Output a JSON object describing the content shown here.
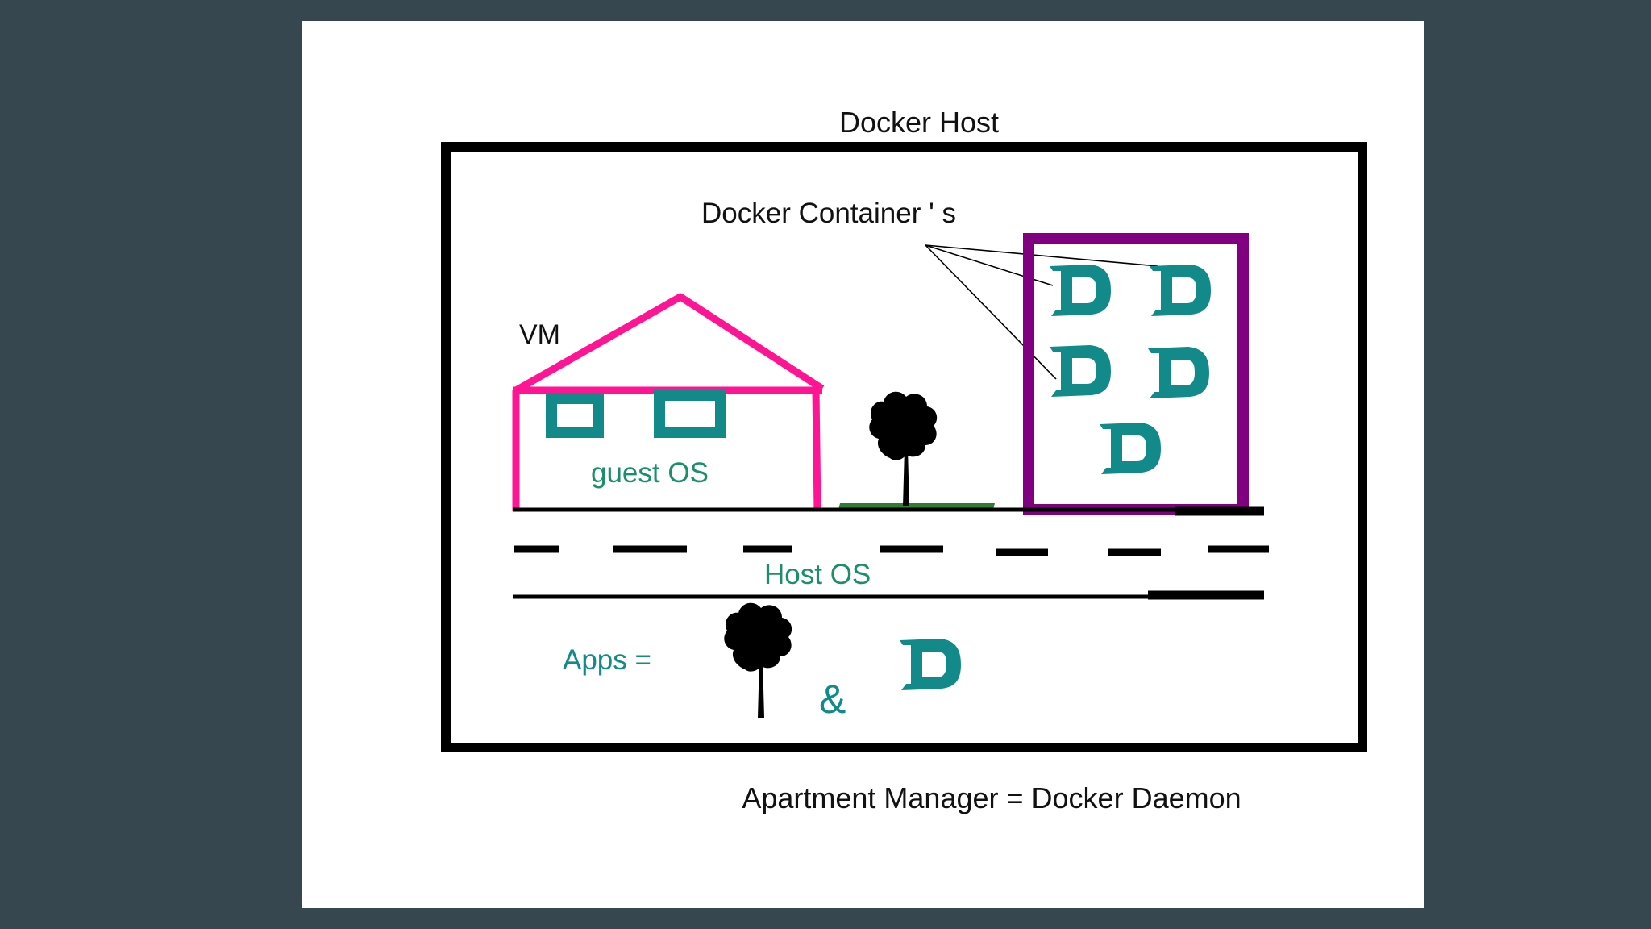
{
  "diagram": {
    "title": "Docker Host",
    "containers_label": "Docker Container ' s",
    "vm_label": "VM",
    "guest_os_label": "guest OS",
    "host_os_label": "Host OS",
    "apps_label": "Apps =",
    "ampersand": "&",
    "container_glyph": "D",
    "footer": "Apartment Manager = Docker Daemon"
  },
  "colors": {
    "background": "#37474f",
    "slide": "#ffffff",
    "frame": "#000000",
    "vm_house": "#ff1493",
    "building": "#800080",
    "container_teal": "#138a8a",
    "label_green": "#1b8f6b",
    "tree": "#000000",
    "grass": "#2e7d32"
  },
  "icons": {
    "tree": "tree-icon",
    "container": "docker-container-icon",
    "window": "window-icon"
  }
}
